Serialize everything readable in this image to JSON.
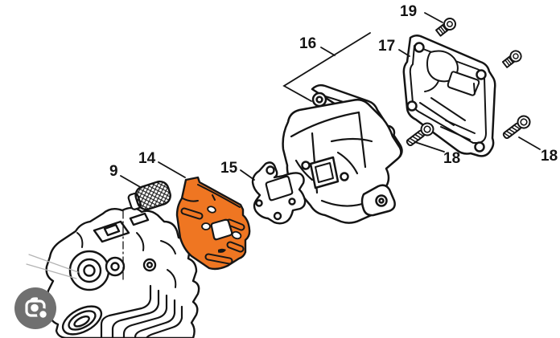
{
  "app": {
    "context": "image viewer with lens search",
    "background": "#ffffff"
  },
  "diagram": {
    "title": "Chainsaw muffler assembly exploded parts diagram",
    "line_color": "#141414",
    "highlight_color": "#EF7622",
    "labels": {
      "p9": "9",
      "p14": "14",
      "p15": "15",
      "p16": "16",
      "p17": "17",
      "p18a": "18",
      "p18b": "18",
      "p19": "19"
    },
    "parts": [
      {
        "label": "9",
        "part": "spark-arrester-screen",
        "highlighted": false
      },
      {
        "label": "14",
        "part": "cooling-plate-gasket",
        "highlighted": true
      },
      {
        "label": "15",
        "part": "exhaust-gasket",
        "highlighted": false
      },
      {
        "label": "16",
        "part": "muffler-body",
        "highlighted": false
      },
      {
        "label": "17",
        "part": "muffler-cover",
        "highlighted": false
      },
      {
        "label": "18",
        "part": "mounting-screw",
        "highlighted": false
      },
      {
        "label": "18",
        "part": "mounting-screw",
        "highlighted": false
      },
      {
        "label": "19",
        "part": "cover-screw",
        "highlighted": false
      }
    ]
  },
  "overlay": {
    "lens_button": {
      "name": "google-lens-crop-search-button",
      "background": "#707070",
      "icon": "camera-crop-icon"
    }
  }
}
